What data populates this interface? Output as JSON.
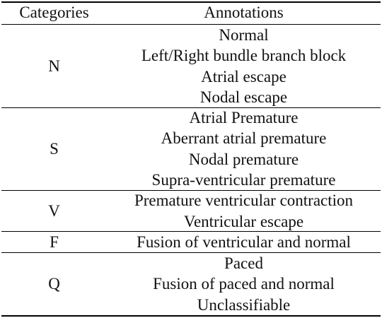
{
  "header": {
    "categories": "Categories",
    "annotations": "Annotations"
  },
  "groups": [
    {
      "category": "N",
      "annotations": [
        "Normal",
        "Left/Right bundle branch block",
        "Atrial escape",
        "Nodal escape"
      ]
    },
    {
      "category": "S",
      "annotations": [
        "Atrial Premature",
        "Aberrant atrial premature",
        "Nodal premature",
        "Supra-ventricular premature"
      ]
    },
    {
      "category": "V",
      "annotations": [
        "Premature ventricular contraction",
        "Ventricular escape"
      ]
    },
    {
      "category": "F",
      "annotations": [
        "Fusion of ventricular and normal"
      ]
    },
    {
      "category": "Q",
      "annotations": [
        "Paced",
        "Fusion of paced and normal",
        "Unclassifiable"
      ]
    }
  ]
}
